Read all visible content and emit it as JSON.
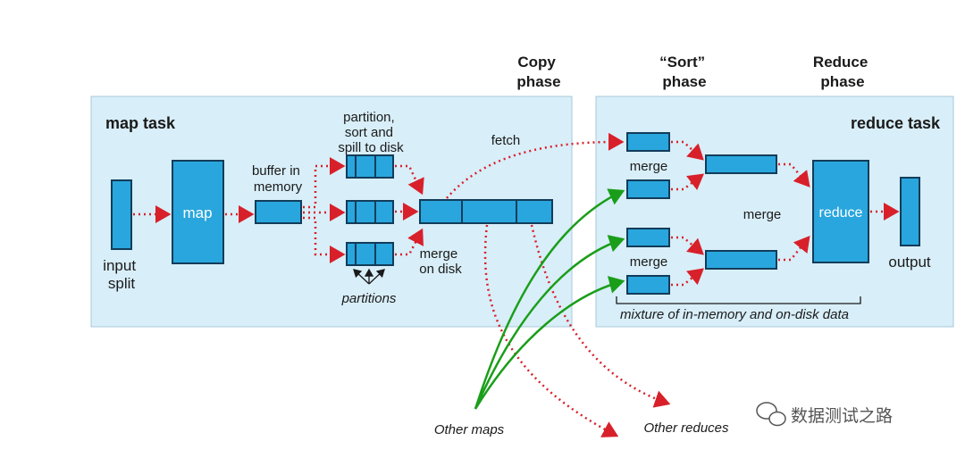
{
  "headers": {
    "copy": [
      "Copy",
      "phase"
    ],
    "sort": [
      "“Sort”",
      "phase"
    ],
    "reduce": [
      "Reduce",
      "phase"
    ]
  },
  "map_task": {
    "title": "map task",
    "input_split": [
      "input",
      "split"
    ],
    "map": "map",
    "buffer": [
      "buffer in",
      "memory"
    ],
    "partition": [
      "partition,",
      "sort and",
      "spill to disk"
    ],
    "partitions": "partitions",
    "merge_on_disk": [
      "merge",
      "on disk"
    ],
    "fetch": "fetch"
  },
  "reduce_task": {
    "title": "reduce task",
    "merge_top": "merge",
    "merge_bottom": "merge",
    "merge_mid": "merge",
    "reduce": "reduce",
    "output": "output",
    "mixture": "mixture of in-memory and on-disk data"
  },
  "external": {
    "other_maps": "Other maps",
    "other_reduces": "Other reduces"
  },
  "watermark": "数据测试之路",
  "colors": {
    "panel_bg": "#d8eef8",
    "block_fill": "#29a6dd",
    "block_stroke": "#123c5a",
    "red_arrow": "#d8202a",
    "green_arrow": "#1a9e1a",
    "text": "#1a1a1a"
  }
}
